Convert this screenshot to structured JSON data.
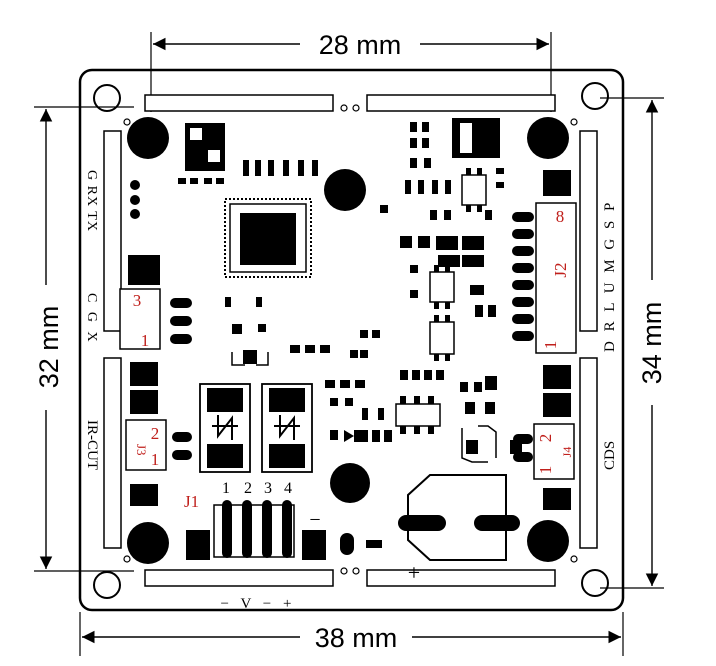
{
  "dimensions": {
    "top_width": "28 mm",
    "bottom_width": "38 mm",
    "left_height": "32 mm",
    "right_height": "34 mm"
  },
  "left_labels": {
    "uart_top": "G RX TX",
    "uart_bottom": "C G X",
    "ircut": "IR-CUT"
  },
  "right_labels": {
    "j2_pins": "D R L U M G S P",
    "cds": "CDS"
  },
  "connectors": {
    "j1": "J1",
    "j1_pins": [
      "1",
      "2",
      "3",
      "4"
    ],
    "j2": "J2",
    "j2_pin_top": "8",
    "j2_pin_bottom": "1",
    "j3": "J3",
    "j3_pin_top": "2",
    "j3_pin_bottom": "1",
    "j4": "J4",
    "j4_pin_left": "1",
    "j4_pin_right": "2",
    "left_conn_pin_top": "3",
    "left_conn_pin_bottom": "1"
  },
  "power_label": "− V − +",
  "minus_sign": "−",
  "plus_sign": "+",
  "colors": {
    "ink": "#000000",
    "label_red": "#c0201c"
  }
}
